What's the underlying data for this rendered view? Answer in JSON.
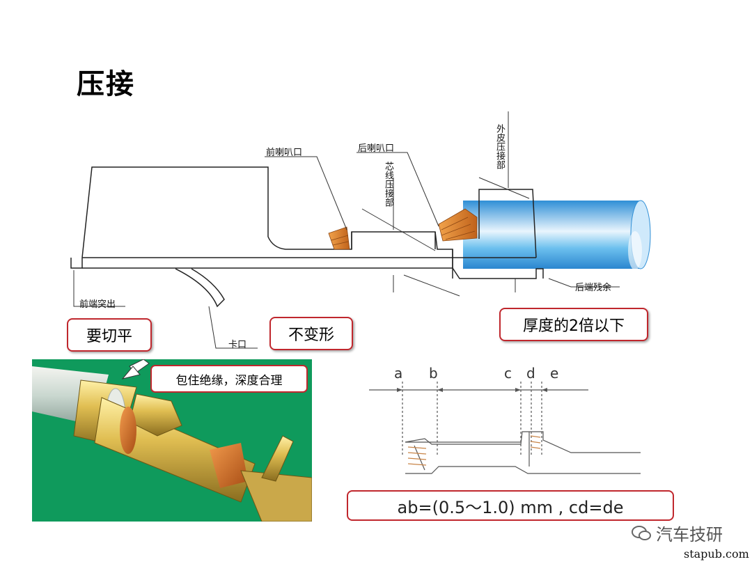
{
  "title": "压接",
  "diagram_labels": {
    "front_flare": "前喇叭口",
    "rear_flare": "后喇叭口",
    "core_crimp": "芯线压接部",
    "insulation_crimp": "外皮压接部",
    "front_protrusion": "前端突出",
    "lock_tab": "卡口",
    "rear_residue": "后端残余"
  },
  "callouts": {
    "cut_flat": "要切平",
    "no_deform": "不变形",
    "thickness": "厚度的2倍以下",
    "insulation_depth": "包住绝缘，深度合理"
  },
  "dimension_labels": [
    "a",
    "b",
    "c",
    "d",
    "e"
  ],
  "formula": "ab=(0.5～1.0) mm , cd=de",
  "watermark": "汽车技研",
  "site": "stapub.com",
  "colors": {
    "callout_border": "#c0272d",
    "wire_blue": "#3fa7e0",
    "photo_bg": "#0f9a5c",
    "terminal_gold": "#d8b44a",
    "copper": "#d8742c"
  }
}
